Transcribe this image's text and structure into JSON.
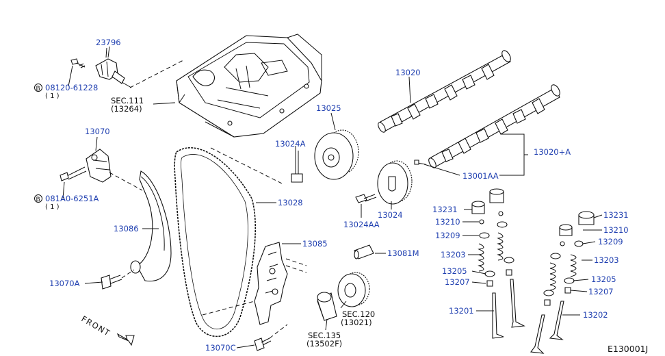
{
  "diagram_code": "E130001J",
  "front_label": "FRONT",
  "callouts": {
    "p23796": "23796",
    "p08120": "08120-61228",
    "p08120_qty": "( 1 )",
    "bolt_circle": "B",
    "sec111": "SEC.111",
    "sec111_ref": "(13264)",
    "p13020": "13020",
    "p13025": "13025",
    "p13070": "13070",
    "p13024A": "13024A",
    "p13020A": "13020+A",
    "p13001AA": "13001AA",
    "p081A0": "081A0-6251A",
    "p081A0_qty": "( 1 )",
    "p13028": "13028",
    "p13024": "13024",
    "p13024AA": "13024AA",
    "p13231_l": "13231",
    "p13231_r": "13231",
    "p13210_l": "13210",
    "p13210_r": "13210",
    "p13086": "13086",
    "p13209_l": "13209",
    "p13209_r": "13209",
    "p13085": "13085",
    "p13081M": "13081M",
    "p13203_l": "13203",
    "p13203_r": "13203",
    "p13205_l": "13205",
    "p13205_r": "13205",
    "p13070A": "13070A",
    "p13207_l": "13207",
    "p13207_r": "13207",
    "sec120": "SEC.120",
    "sec120_ref": "(13021)",
    "p13201": "13201",
    "p13202": "13202",
    "sec135": "SEC.135",
    "sec135_ref": "(13502F)",
    "p13070C": "13070C"
  },
  "colors": {
    "callout_blue": "#1f3fb0",
    "line": "#111111"
  }
}
